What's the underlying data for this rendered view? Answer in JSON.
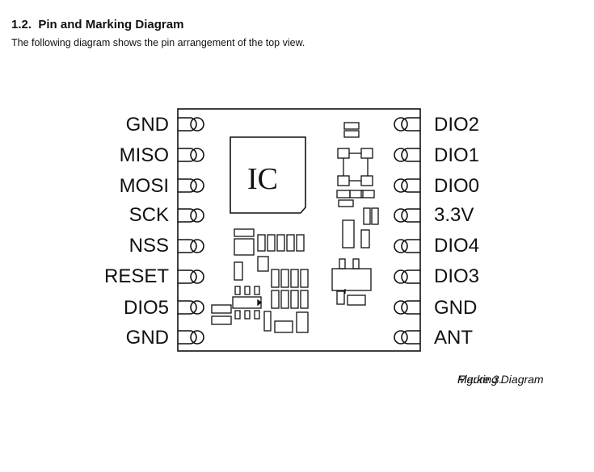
{
  "section": {
    "number": "1.2.",
    "title": "Pin and Marking Diagram",
    "description": "The following diagram shows the pin arrangement of the top view."
  },
  "diagram": {
    "chip_label": "IC",
    "left_pins": [
      "GND",
      "MISO",
      "MOSI",
      "SCK",
      "NSS",
      "RESET",
      "DIO5",
      "GND"
    ],
    "right_pins": [
      "DIO2",
      "DIO1",
      "DIO0",
      "3.3V",
      "DIO4",
      "DIO3",
      "GND",
      "ANT"
    ]
  },
  "caption": {
    "figure": "Figure 3.",
    "text": "Marking Diagram"
  }
}
